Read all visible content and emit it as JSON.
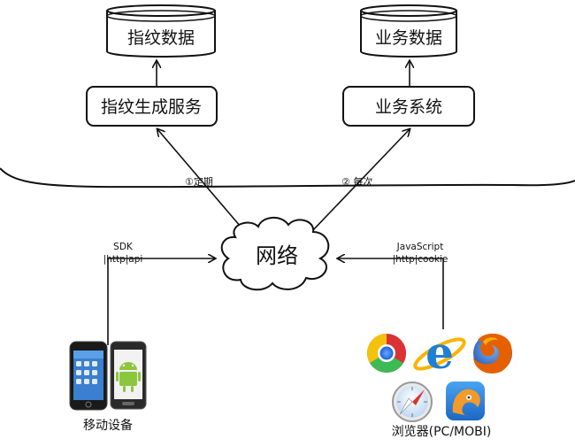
{
  "databases": {
    "fingerprint_db": "指纹数据",
    "business_db": "业务数据"
  },
  "services": {
    "fingerprint_service": "指纹生成服务",
    "business_system": "业务系统"
  },
  "arrows": {
    "periodic": "①定期",
    "each_time": "② 每次"
  },
  "network": {
    "label": "网络"
  },
  "clients": {
    "mobile": {
      "protocol_line1": "SDK",
      "protocol_line2": "|http|api",
      "label": "移动设备"
    },
    "browser": {
      "protocol_line1": "JavaScript",
      "protocol_line2": "|http|cookie",
      "label": "浏览器(PC/MOBI)"
    }
  },
  "icons": {
    "mobile": [
      "iphone-icon",
      "android-phone-icon"
    ],
    "browser": [
      "chrome-icon",
      "ie-icon",
      "firefox-icon",
      "safari-icon",
      "uc-browser-icon"
    ]
  }
}
